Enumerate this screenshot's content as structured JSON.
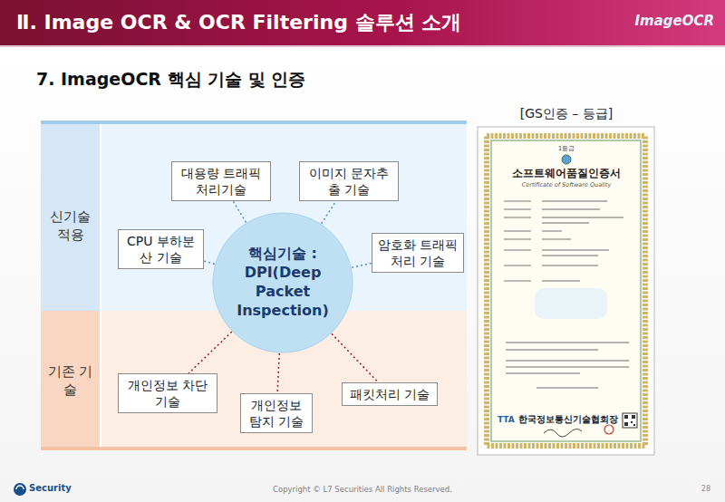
{
  "diagram": {
    "title": "Ⅱ. Image OCR & OCR Filtering 솔루션 소개",
    "nodes": [
      {
        "text": [
          "신기술 적용"
        ]
      },
      {
        "text": [
          "대용량 트래픽 처리기술"
        ],
        "in": 0
      },
      {
        "text": [
          "이미지 문자추출 기술"
        ],
        "in": 0
      },
      {
        "text": [
          "CPU 부하분산 기술"
        ],
        "in": 0
      },
      {
        "text": [
          "암호화 트래픽 처리 기술"
        ],
        "in": 0
      },
      {
        "text": [
          "핵심기술 : DPI(Deep Packet Inspection)"
        ]
      },
      {
        "text": [
          "기존 기술"
        ]
      },
      {
        "text": [
          "개인정보 차단 기술"
        ],
        "in": 6
      },
      {
        "text": [
          "개인정보 탐지 기술"
        ],
        "in": 6
      },
      {
        "text": [
          "패킷처리 기술"
        ],
        "in": 6
      }
    ],
    "edges": [
      {
        "from": 5,
        "to": 1,
        "arrow": "none"
      },
      {
        "from": 5,
        "to": 2,
        "arrow": "none"
      },
      {
        "from": 5,
        "to": 3,
        "arrow": "none"
      },
      {
        "from": 5,
        "to": 4,
        "arrow": "none"
      },
      {
        "from": 5,
        "to": 7,
        "arrow": "none"
      },
      {
        "from": 5,
        "to": 8,
        "arrow": "none"
      },
      {
        "from": 5,
        "to": 9,
        "arrow": "none"
      }
    ],
    "labels": [
      "ImageOCR",
      "7. ImageOCR 핵심 기술 및 인증",
      "[GS인증 – 등급]",
      "1등급",
      "소프트웨어품질인증서",
      "Certificate of Software Quality",
      "TTA",
      "한국정보통신기술협회장",
      "Security",
      "Copyright © L7 Securities All Rights Reserved.",
      "28"
    ]
  }
}
